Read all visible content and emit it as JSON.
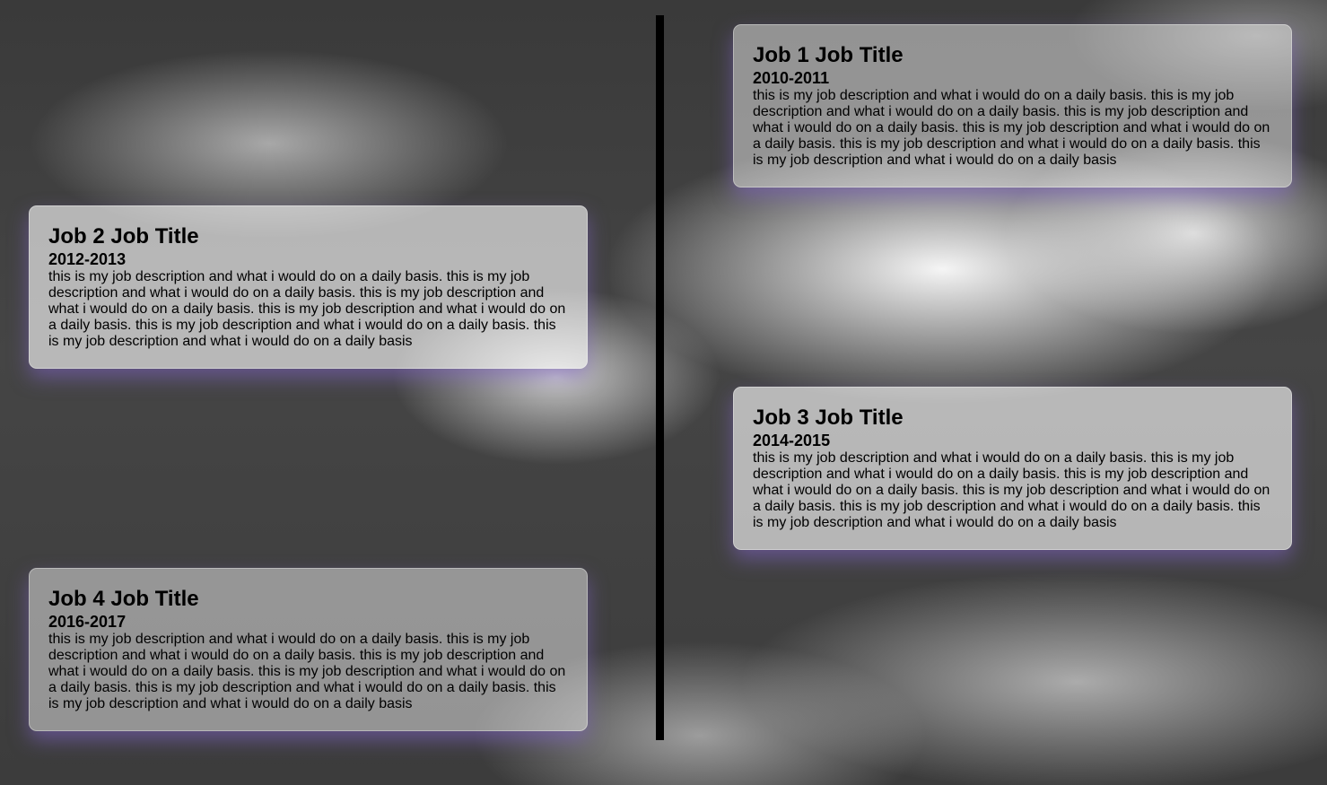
{
  "jobs": [
    {
      "title": "Job 1 Job Title",
      "years": "2010-2011",
      "description": "this is my job description and what i would do on a daily basis. this is my job description and what i would do on a daily basis. this is my job description and what i would do on a daily basis. this is my job description and what i would do on a daily basis. this is my job description and what i would do on a daily basis. this is my job description and what i would do on a daily basis"
    },
    {
      "title": "Job 2 Job Title",
      "years": "2012-2013",
      "description": "this is my job description and what i would do on a daily basis. this is my job description and what i would do on a daily basis. this is my job description and what i would do on a daily basis. this is my job description and what i would do on a daily basis. this is my job description and what i would do on a daily basis. this is my job description and what i would do on a daily basis"
    },
    {
      "title": "Job 3 Job Title",
      "years": "2014-2015",
      "description": "this is my job description and what i would do on a daily basis. this is my job description and what i would do on a daily basis. this is my job description and what i would do on a daily basis. this is my job description and what i would do on a daily basis. this is my job description and what i would do on a daily basis. this is my job description and what i would do on a daily basis"
    },
    {
      "title": "Job 4 Job Title",
      "years": "2016-2017",
      "description": "this is my job description and what i would do on a daily basis. this is my job description and what i would do on a daily basis. this is my job description and what i would do on a daily basis. this is my job description and what i would do on a daily basis. this is my job description and what i would do on a daily basis. this is my job description and what i would do on a daily basis"
    }
  ],
  "colors": {
    "timeline_line": "#000000",
    "card_glow": "#8264c8"
  }
}
